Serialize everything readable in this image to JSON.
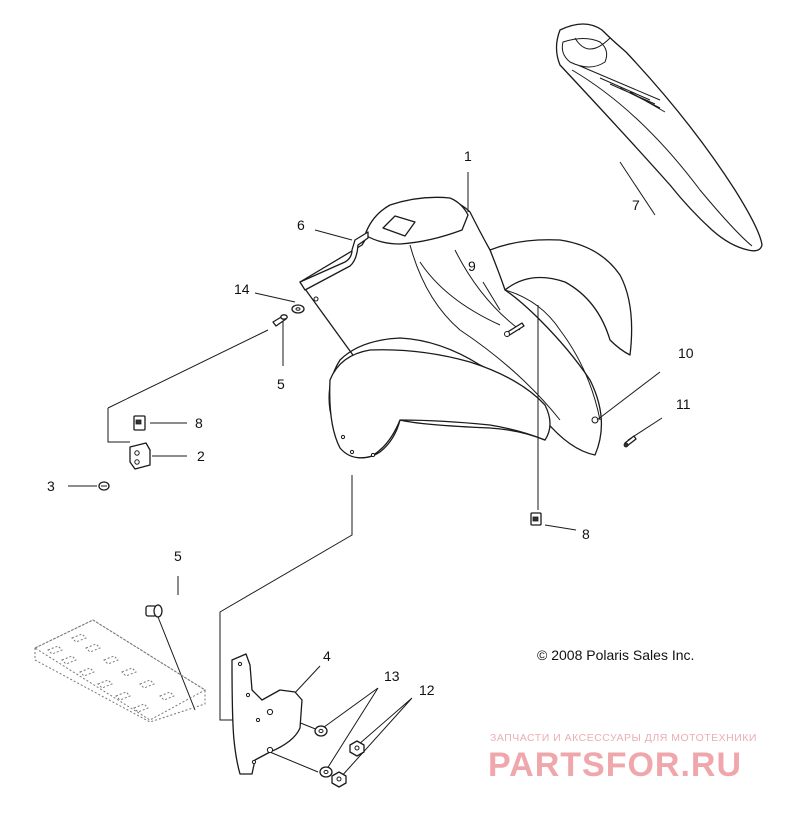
{
  "callouts": {
    "c1": "1",
    "c2": "2",
    "c3": "3",
    "c4": "4",
    "c5a": "5",
    "c5b": "5",
    "c6": "6",
    "c7": "7",
    "c8a": "8",
    "c8b": "8",
    "c9": "9",
    "c10": "10",
    "c11": "11",
    "c12": "12",
    "c13": "13",
    "c14": "14"
  },
  "copyright": "© 2008 Polaris Sales Inc.",
  "watermark": {
    "tagline": "ЗАПЧАСТИ И АКСЕССУАРЫ ДЛЯ МОТОТЕХНИКИ",
    "brand": "PARTSFOR.RU",
    "color": "#ef9ea3"
  }
}
